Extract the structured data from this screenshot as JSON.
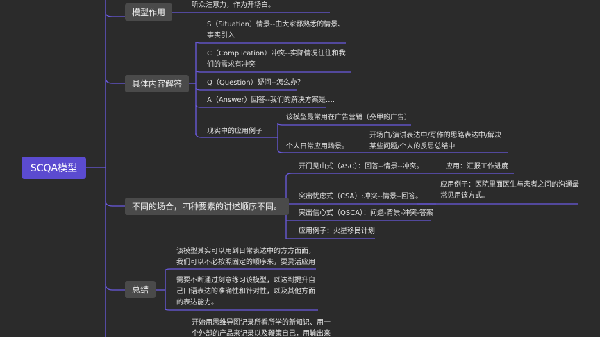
{
  "root": {
    "label": "SCQA模型"
  },
  "branches": {
    "model_role": {
      "label": "模型作用",
      "items": [
        "听众注意力，作为开场白。"
      ]
    },
    "content": {
      "label": "具体内容解答",
      "s": "S（Situation）情景--由大家都熟悉的情景、事实引入",
      "c": "C（Complication）冲突--实际情况往往和我们的需求有冲突",
      "q": "Q（Question）疑问--怎么办？",
      "a": "A（Answer）回答--我们的解决方案是….",
      "examples": {
        "label": "现实中的应用例子",
        "ad": "该模型最常用在广告营销（亮甲的广告）",
        "daily": {
          "label": "个人日常应用场景。",
          "detail": "开场白/演讲表达中/写作的思路表达中/解决某些问题/个人的反思总结中"
        }
      }
    },
    "orders": {
      "label": "不同的场合，四种要素的讲述顺序不同。",
      "asc": {
        "label": "开门见山式（ASC）：回答--情景--冲突。",
        "example": "应用：汇报工作进度"
      },
      "csa": {
        "label": "突出忧虑式（CSA）:冲突--情景--回答。",
        "example": "应用例子：医院里面医生与患者之间的沟通最常见用该方式。"
      },
      "qsca": {
        "label": "突出信心式（QSCA）：问题-背景-冲突-答案"
      },
      "example": "应用例子：火星移民计划"
    },
    "summary": {
      "label": "总结",
      "p1": "该模型其实可以用到日常表达中的方方面面，我们可以不必按照固定的顺序来，要灵活应用",
      "p2": "需要不断通过刻意练习该模型，以达到提升自己口语表达的准确性和针对性，以及其他方面的表达能力。"
    },
    "tail": "开始用思维导图记录所看所学的新知识、用一个外部的产品来记录以及鞭策自己，用输出来"
  },
  "colors": {
    "background": "#2b2b2b",
    "root": "#5b4bd0",
    "node": "#4a4a4a",
    "connector": "#6a5ae0"
  }
}
